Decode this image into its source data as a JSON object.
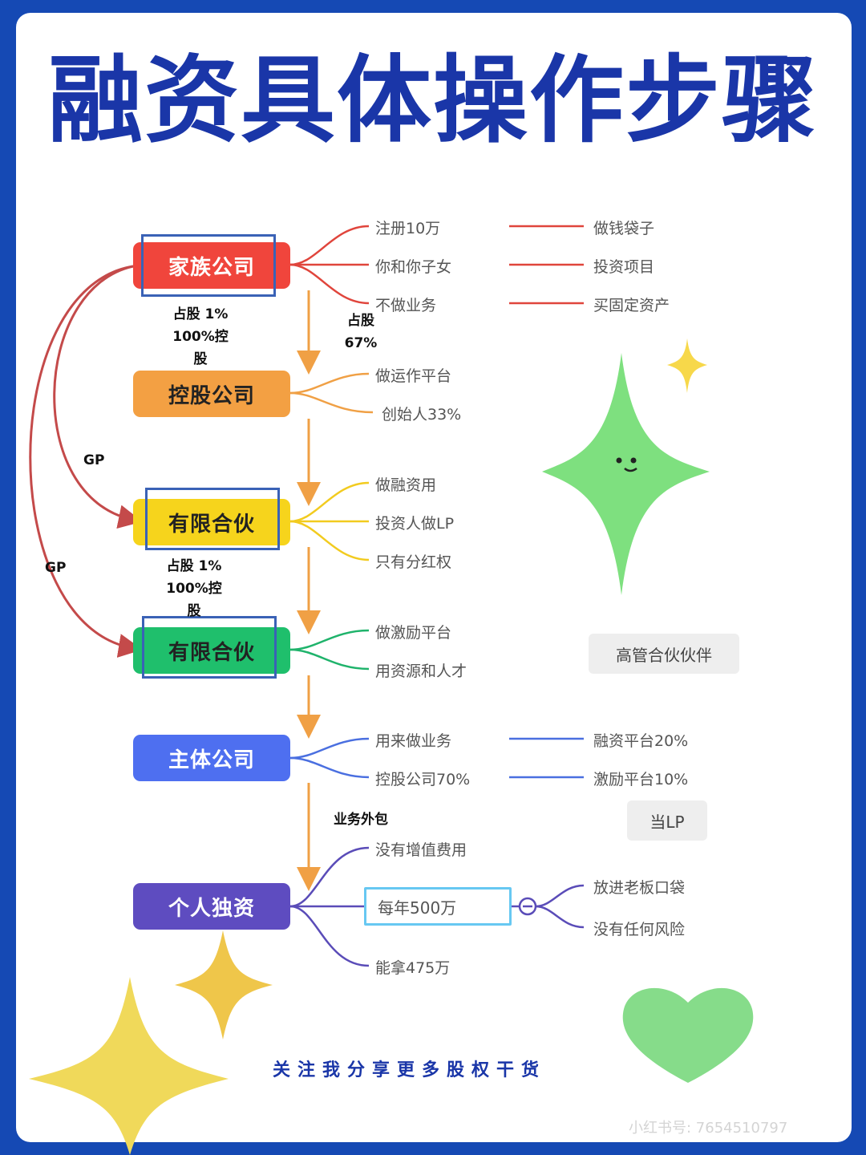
{
  "title": "融资具体操作步骤",
  "nodes": {
    "family": "家族公司",
    "holding": "控股公司",
    "lp1": "有限合伙",
    "lp2": "有限合伙",
    "main": "主体公司",
    "sole": "个人独资"
  },
  "family_branches": [
    "注册10万",
    "你和你子女",
    "不做业务"
  ],
  "family_purposes": [
    "做钱袋子",
    "投资项目",
    "买固定资产"
  ],
  "holding_branches": [
    "做运作平台",
    "创始人33%"
  ],
  "lp1_branches": [
    "做融资用",
    "投资人做LP",
    "只有分红权"
  ],
  "lp2_branches": [
    "做激励平台",
    "用资源和人才"
  ],
  "lp2_tag": "高管合伙伙伴",
  "main_branches": [
    "用来做业务",
    "控股公司70%"
  ],
  "main_targets": [
    "融资平台20%",
    "激励平台10%"
  ],
  "main_tag": "当LP",
  "sole_branches": [
    "没有增值费用",
    "每年500万",
    "能拿475万"
  ],
  "sole_sub": [
    "放进老板口袋",
    "没有任何风险"
  ],
  "notes": {
    "family_share_1": "占股 1%",
    "family_share_2": "100%控",
    "family_share_3": "股",
    "holding_share_1": "占股",
    "holding_share_2": "67%",
    "lp1_share_1": "占股 1%",
    "lp1_share_2": "100%控",
    "lp1_share_3": "股",
    "gp1": "GP",
    "gp2": "GP",
    "outsource": "业务外包"
  },
  "footer": "关注我分享更多股权干货",
  "watermark": "小红书号: 7654510797"
}
